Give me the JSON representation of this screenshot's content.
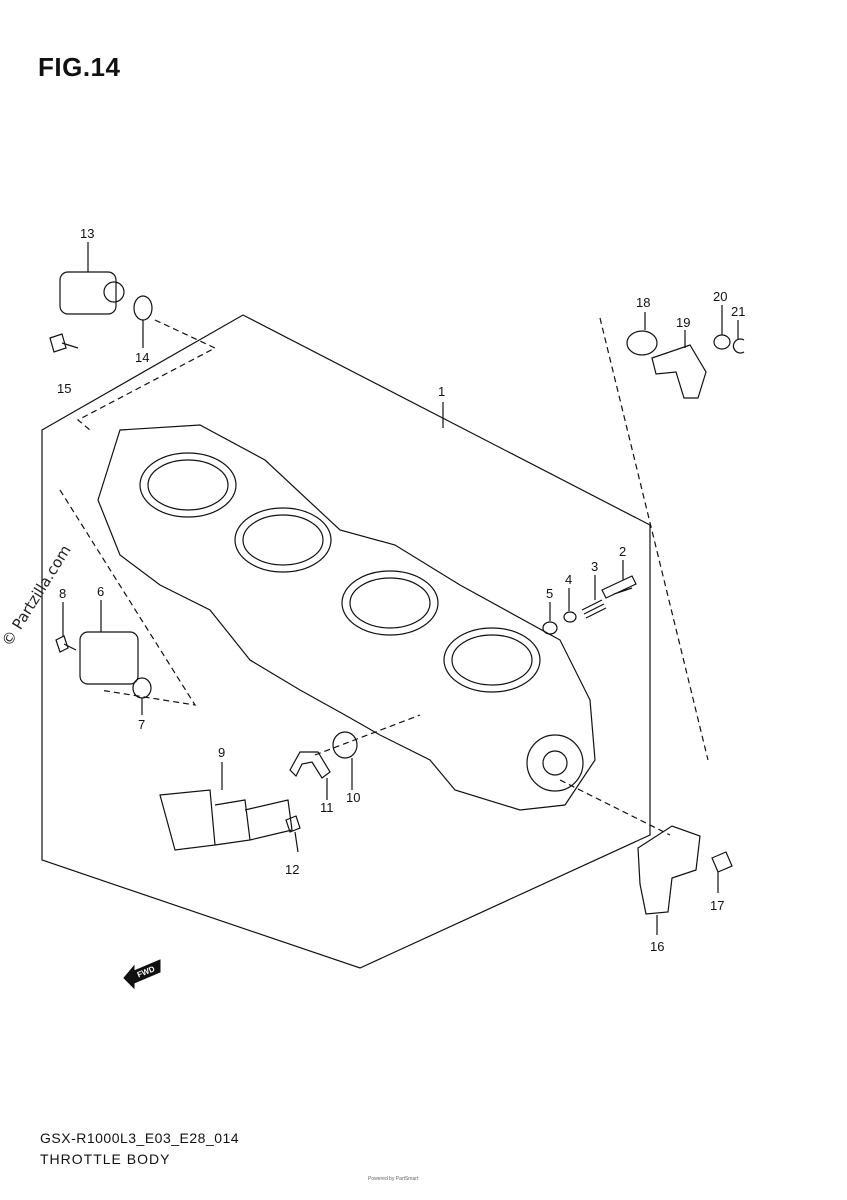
{
  "figure": {
    "title": "FIG.14"
  },
  "callouts": [
    "1",
    "2",
    "3",
    "4",
    "5",
    "6",
    "7",
    "8",
    "9",
    "10",
    "11",
    "12",
    "13",
    "14",
    "15",
    "16",
    "17",
    "18",
    "19",
    "20",
    "21"
  ],
  "watermark": "© Partzilla.com",
  "fwd_label": "FWD",
  "footer": {
    "model_code": "GSX-R1000L3_E03_E28_014",
    "section_name": "THROTTLE BODY",
    "note": "Powered by PartSmart"
  }
}
